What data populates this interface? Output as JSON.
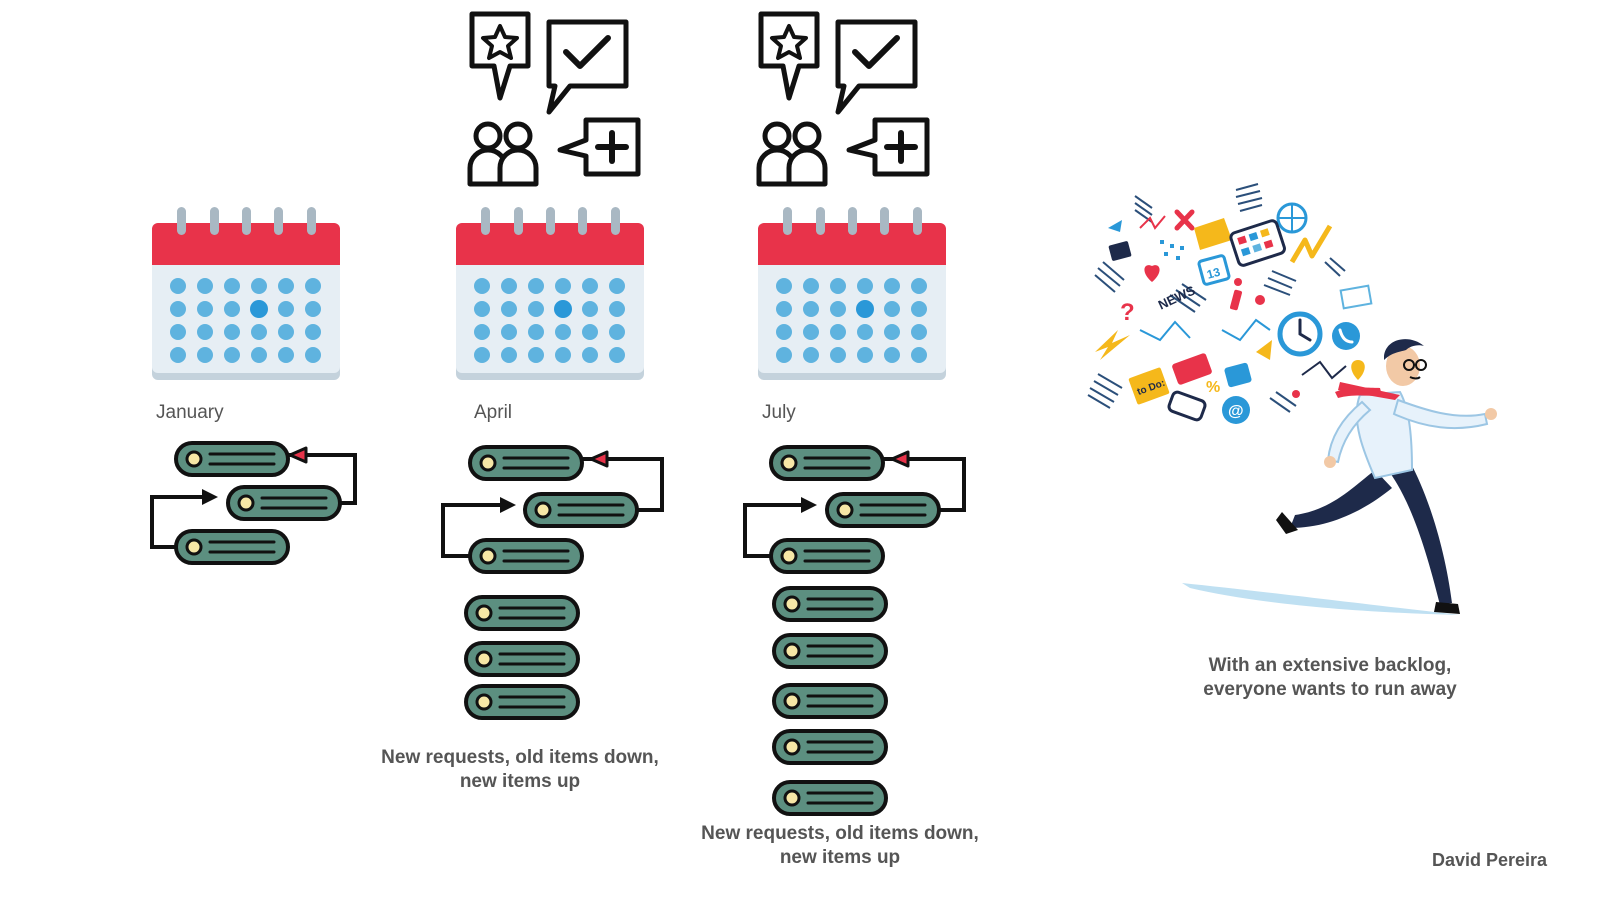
{
  "months": [
    "January",
    "April",
    "July"
  ],
  "captions": {
    "april": [
      "New requests, old items down,",
      "new items up"
    ],
    "july": [
      "New requests, old items down,",
      "new items up"
    ],
    "runaway": [
      "With an extensive backlog,",
      "everyone wants to run away"
    ]
  },
  "author": "David Pereira",
  "backlog_item_counts": {
    "january": 3,
    "april": 6,
    "july": 8
  },
  "colors": {
    "calendar_top": "#e8334a",
    "calendar_body": "#e6eef4",
    "calendar_dot": "#5fb3df",
    "calendar_dot_today": "#2a98d8",
    "backlog_fill": "#5c8f80",
    "backlog_dot": "#f7e7a6",
    "outline": "#111111"
  },
  "illustration_words": {
    "news": "NEWS",
    "todo": "to Do:",
    "date": "13"
  }
}
